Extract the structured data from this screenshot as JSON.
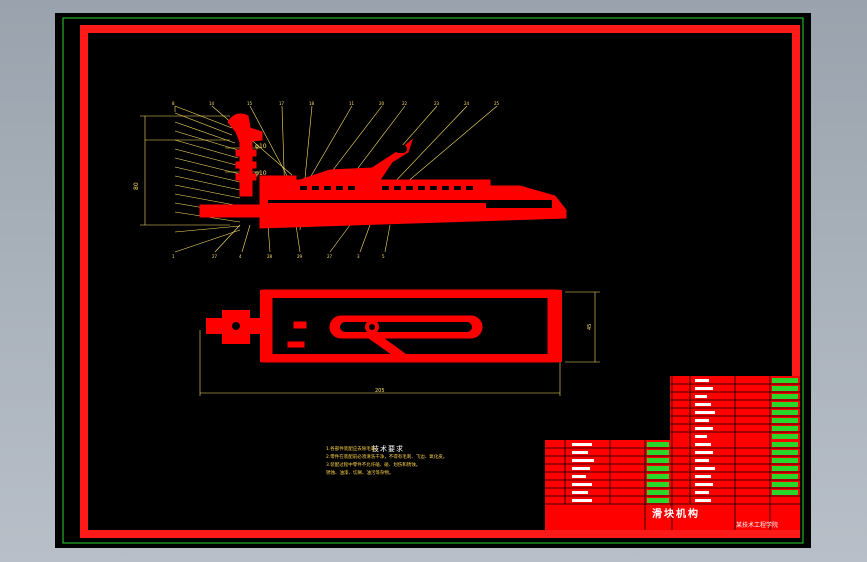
{
  "drawing": {
    "colors": {
      "background": "#000000",
      "frame": "#ff1a1a",
      "outer_frame": "#2bd62b",
      "dimension": "#ffe066",
      "part": "#ff0000",
      "table_text": "#ffffff",
      "table_highlight": "#2bd62b"
    },
    "dimension_texts": {
      "dim_top_a": "φ10",
      "dim_top_b": "φ10",
      "dim_side": "80",
      "dim_plan_width": "45",
      "dim_plan_length": "205"
    },
    "technical_requirements": {
      "title": "技术要求",
      "lines": [
        "1.各部件装配应去除毛刺。",
        "2.零件在装配前必须清洗干净，不得有毛刺、飞边、氧化皮。",
        "3.装配过程中零件不允许磕、碰、划伤和锈蚀。",
        "  锈蚀、油漆、切屑、油污等杂物。"
      ]
    },
    "title_block": {
      "drawing_name": "滑块机构",
      "school": "某技术工程学院"
    }
  }
}
